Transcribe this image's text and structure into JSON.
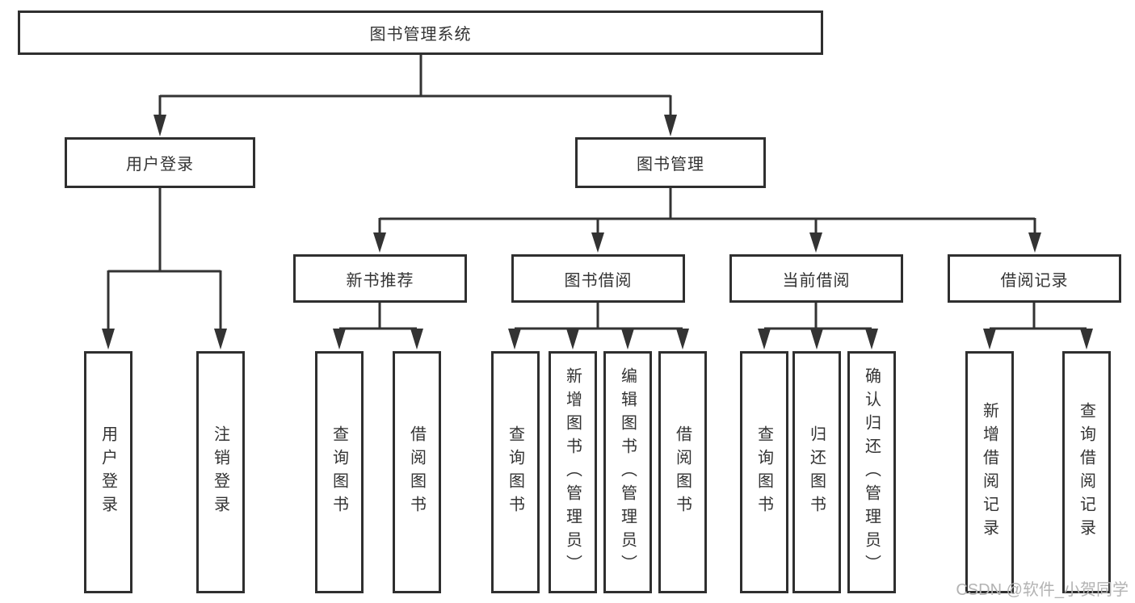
{
  "colors": {
    "line": "#333333",
    "box_border": "#2f2f2f",
    "text": "#333333",
    "background": "#ffffff",
    "watermark": "#b3b3b3"
  },
  "watermark": "CSDN @软件_小贺同学",
  "tree": {
    "root": {
      "label": "图书管理系统",
      "children": [
        {
          "label": "用户登录",
          "children": [
            {
              "label": "用户登录"
            },
            {
              "label": "注销登录"
            }
          ]
        },
        {
          "label": "图书管理",
          "children": [
            {
              "label": "新书推荐",
              "children": [
                {
                  "label": "查询图书"
                },
                {
                  "label": "借阅图书"
                }
              ]
            },
            {
              "label": "图书借阅",
              "children": [
                {
                  "label": "查询图书"
                },
                {
                  "label": "新增图书（管理员）"
                },
                {
                  "label": "编辑图书（管理员）"
                },
                {
                  "label": "借阅图书"
                }
              ]
            },
            {
              "label": "当前借阅",
              "children": [
                {
                  "label": "查询图书"
                },
                {
                  "label": "归还图书"
                },
                {
                  "label": "确认归还（管理员）"
                }
              ]
            },
            {
              "label": "借阅记录",
              "children": [
                {
                  "label": "新增借阅记录"
                },
                {
                  "label": "查询借阅记录"
                }
              ]
            }
          ]
        }
      ]
    }
  }
}
